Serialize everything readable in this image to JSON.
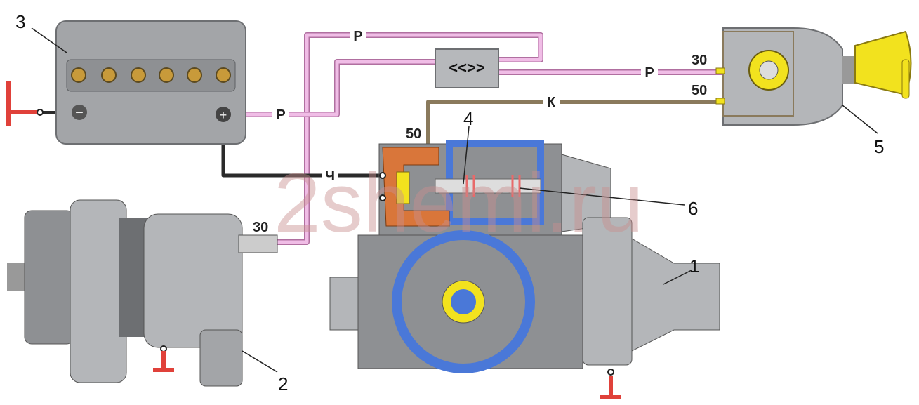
{
  "watermark": "2shemi.ru",
  "callouts": {
    "starter": "1",
    "alternator": "2",
    "battery": "3",
    "solenoid_winding": "4",
    "ignition_switch": "5",
    "plunger": "6"
  },
  "wire_labels": {
    "pink_top": "Р",
    "pink_battery": "Р",
    "pink_switch": "Р",
    "brown_switch": "К",
    "black_battery": "Ч"
  },
  "terminals": {
    "switch_30": "30",
    "switch_50": "50",
    "solenoid_50": "50",
    "alternator_30": "30"
  },
  "battery": {
    "minus": "−",
    "plus": "+"
  },
  "colors": {
    "pink_wire": "#e7a9d9",
    "brown_wire": "#9c8a6a",
    "black_wire": "#2a2a2a",
    "ground": "#e0413a",
    "blue": "#4a78d8",
    "orange": "#d9763a",
    "yellow": "#f2e21e",
    "body_gray": "#a3a5a8"
  }
}
